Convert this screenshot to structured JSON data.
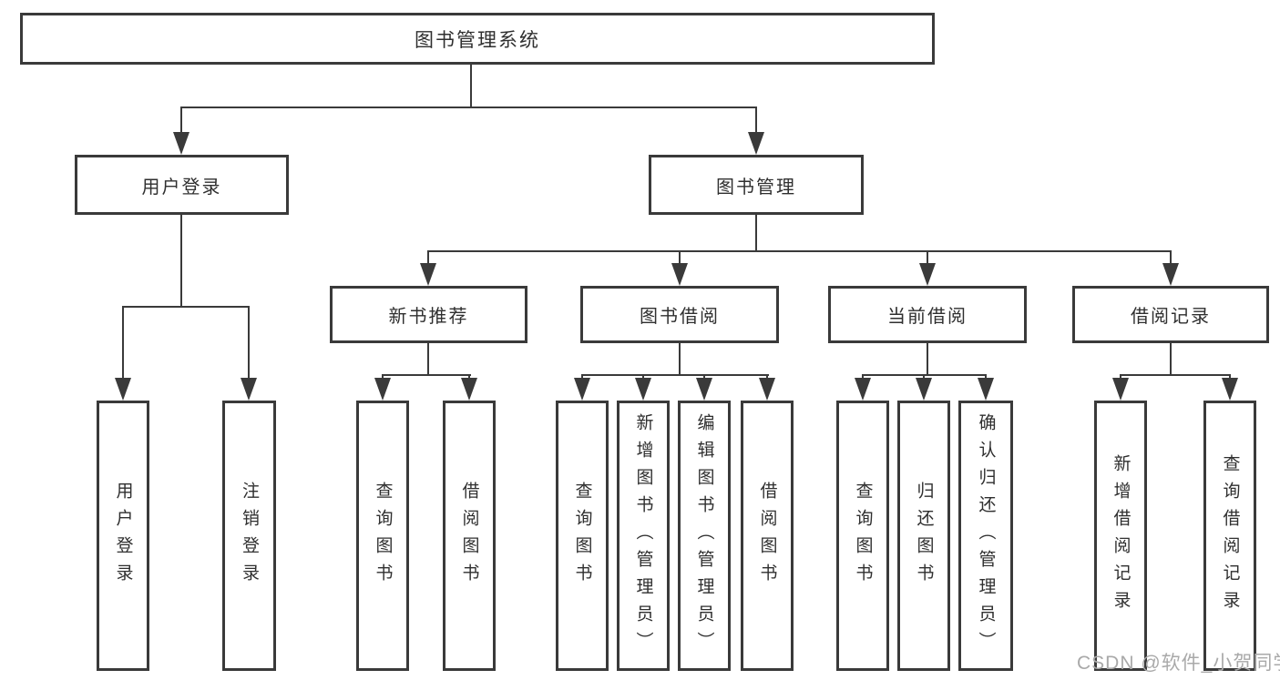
{
  "diagram_title": "图书管理系统",
  "tree": {
    "label": "图书管理系统",
    "children": [
      {
        "label": "用户登录",
        "children": [
          {
            "label": "用户登录"
          },
          {
            "label": "注销登录"
          }
        ]
      },
      {
        "label": "图书管理",
        "children": [
          {
            "label": "新书推荐",
            "children": [
              {
                "label": "查询图书"
              },
              {
                "label": "借阅图书"
              }
            ]
          },
          {
            "label": "图书借阅",
            "children": [
              {
                "label": "查询图书"
              },
              {
                "label": "新增图书（管理员）"
              },
              {
                "label": "编辑图书（管理员）"
              },
              {
                "label": "借阅图书"
              }
            ]
          },
          {
            "label": "当前借阅",
            "children": [
              {
                "label": "查询图书"
              },
              {
                "label": "归还图书"
              },
              {
                "label": "确认归还（管理员）"
              }
            ]
          },
          {
            "label": "借阅记录",
            "children": [
              {
                "label": "新增借阅记录"
              },
              {
                "label": "查询借阅记录"
              }
            ]
          }
        ]
      }
    ]
  },
  "watermark": {
    "text": "CSDN @软件_小贺同学"
  },
  "colors": {
    "line": "#3a3a3a",
    "text": "#2f2f2f",
    "watermark": "#a9a9a9",
    "background": "#ffffff"
  }
}
